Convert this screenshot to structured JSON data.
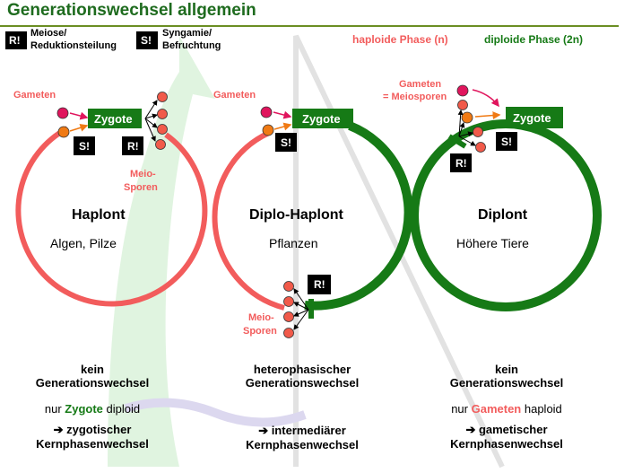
{
  "title": "Generationswechsel allgemein",
  "legend": {
    "r_badge": "R!",
    "r_text1": "Meiose/",
    "r_text2": "Reduktionsteilung",
    "s_badge": "S!",
    "s_text1": "Syngamie/",
    "s_text2": "Befruchtung",
    "haploid": "haploide Phase (n)",
    "diploid": "diploide Phase (2n)"
  },
  "colors": {
    "haploid": "#f25c5c",
    "diploid": "#167a16",
    "gamete": "#e0155d",
    "spore": "#f15a4a",
    "orange": "#f07a14",
    "title": "#1e6b1e"
  },
  "cycles": [
    {
      "name": "Haplont",
      "examples": "Algen, Pilze",
      "zygote": "Zygote",
      "gametes_label": "Gameten",
      "spores_label1": "Meio-",
      "spores_label2": "Sporen",
      "s_badge": "S!",
      "r_badge": "R!",
      "bottom": {
        "line1": "kein",
        "line2": "Generationswechsel",
        "line3_prefix": "nur ",
        "line3_highlight": "Zygote",
        "line3_suffix": " diploid",
        "line4": "➔ zygotischer",
        "line5": "Kernphasenwechsel"
      }
    },
    {
      "name": "Diplo-Haplont",
      "examples": "Pflanzen",
      "zygote": "Zygote",
      "gametes_label": "Gameten",
      "spores_label1": "Meio-",
      "spores_label2": "Sporen",
      "s_badge": "S!",
      "r_badge": "R!",
      "bottom": {
        "line1": "heterophasischer",
        "line2": "Generationswechsel",
        "line4": "➔ intermediärer",
        "line5": "Kernphasenwechsel"
      }
    },
    {
      "name": "Diplont",
      "examples": "Höhere Tiere",
      "zygote": "Zygote",
      "gametes_label1": "Gameten",
      "gametes_label2": "= Meiosporen",
      "s_badge": "S!",
      "r_badge": "R!",
      "bottom": {
        "line1": "kein",
        "line2": "Generationswechsel",
        "line3_prefix": "nur ",
        "line3_highlight": "Gameten",
        "line3_suffix": " haploid",
        "line4": "➔ gametischer",
        "line5": "Kernphasenwechsel"
      }
    }
  ]
}
